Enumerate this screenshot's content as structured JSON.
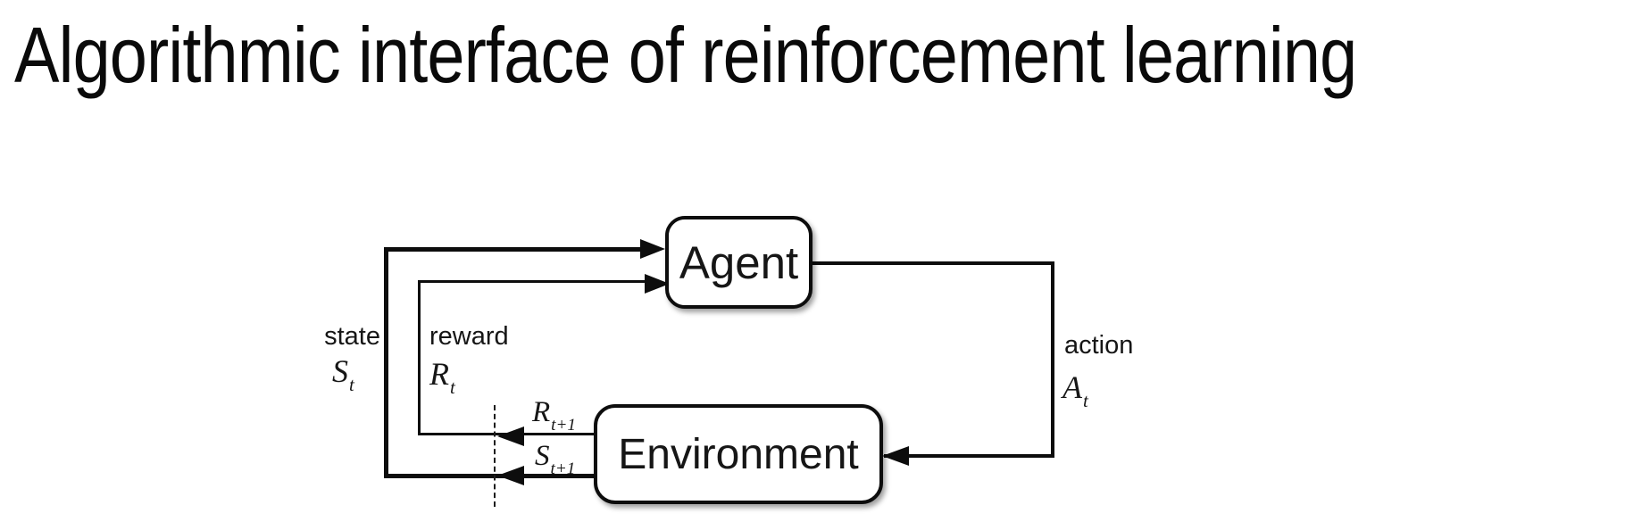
{
  "title": "Algorithmic interface of reinforcement learning",
  "diagram": {
    "agent": {
      "label": "Agent"
    },
    "environment": {
      "label": "Environment"
    },
    "state": {
      "label": "state",
      "symbol": "S",
      "sub": "t"
    },
    "reward": {
      "label": "reward",
      "symbol": "R",
      "sub": "t"
    },
    "action": {
      "label": "action",
      "symbol": "A",
      "sub": "t"
    },
    "next_reward": {
      "symbol": "R",
      "sub": "t+1"
    },
    "next_state": {
      "symbol": "S",
      "sub": "t+1"
    },
    "colors": {
      "line": "#0d0d0d",
      "text": "#161616",
      "background": "#ffffff"
    }
  }
}
